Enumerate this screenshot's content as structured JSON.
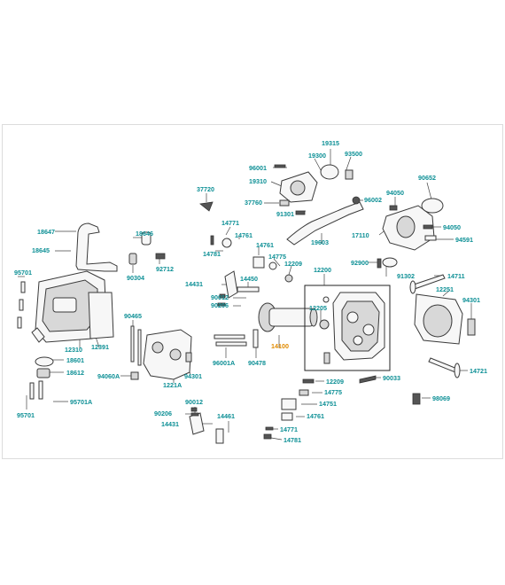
{
  "diagram": {
    "highlight_color": "#e08a00",
    "label_color": "#0c8f95",
    "part_numbers": [
      "19315",
      "19300",
      "93500",
      "96001",
      "19310",
      "37720",
      "37760",
      "91301",
      "96002",
      "90652",
      "94050",
      "17110",
      "94050",
      "94591",
      "18647",
      "18645",
      "18646",
      "14771",
      "14761",
      "14781",
      "14761",
      "92712",
      "19603",
      "14775",
      "12209",
      "92900",
      "91302",
      "14711",
      "12200",
      "95701",
      "90304",
      "14431",
      "14450",
      "90012",
      "12251",
      "12205",
      "90206",
      "94301",
      "90465",
      "14100",
      "12310",
      "12391",
      "96001A",
      "90478",
      "18601",
      "18612",
      "94060A",
      "94301",
      "1221A",
      "90033",
      "14721",
      "12209",
      "14775",
      "14751",
      "98069",
      "95701A",
      "95701",
      "90012",
      "90206",
      "14461",
      "14761",
      "14431",
      "14771",
      "14781"
    ]
  }
}
